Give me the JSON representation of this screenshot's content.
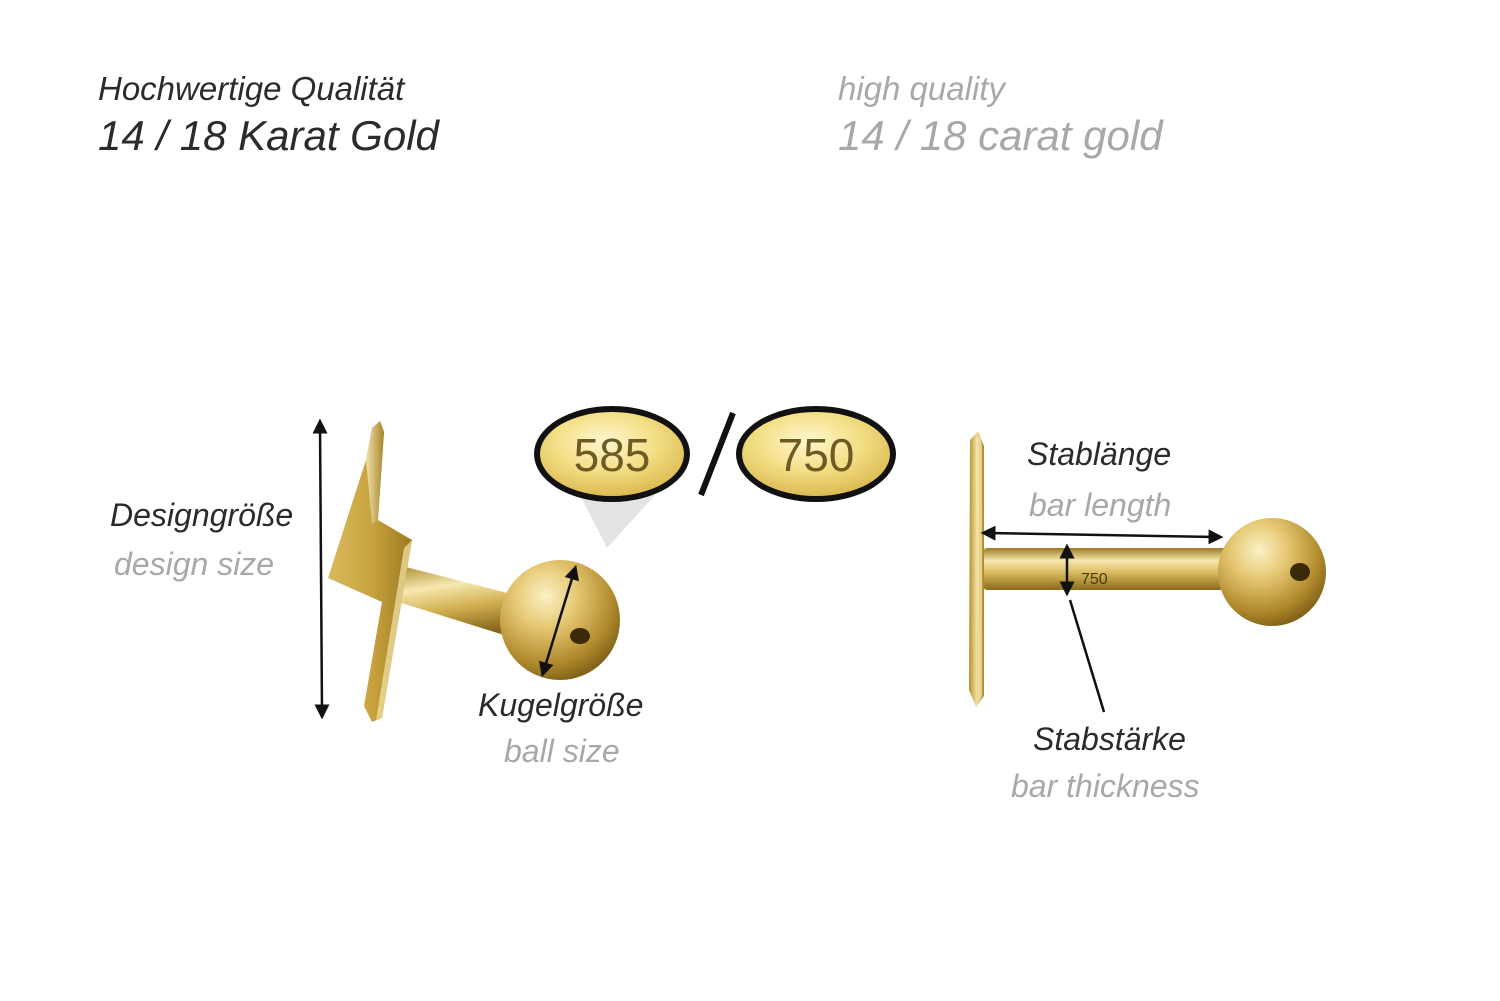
{
  "header": {
    "de_line1": "Hochwertige Qualität",
    "de_line2": "14 / 18 Karat Gold",
    "en_line1": "high quality",
    "en_line2": "14 / 18 carat gold"
  },
  "hallmarks": {
    "left": "585",
    "right": "750"
  },
  "left_product": {
    "design_size_de": "Designgröße",
    "design_size_en": "design size",
    "ball_size_de": "Kugelgröße",
    "ball_size_en": "ball size"
  },
  "right_product": {
    "bar_length_de": "Stablänge",
    "bar_length_en": "bar length",
    "bar_thickness_de": "Stabstärke",
    "bar_thickness_en": "bar thickness",
    "stamp": "750"
  },
  "colors": {
    "gold_light": "#f3e2a0",
    "gold_mid": "#d8b85a",
    "gold_dark": "#9c7a22",
    "text_dark": "#2b2b2b",
    "text_grey": "#a8a8a8"
  }
}
